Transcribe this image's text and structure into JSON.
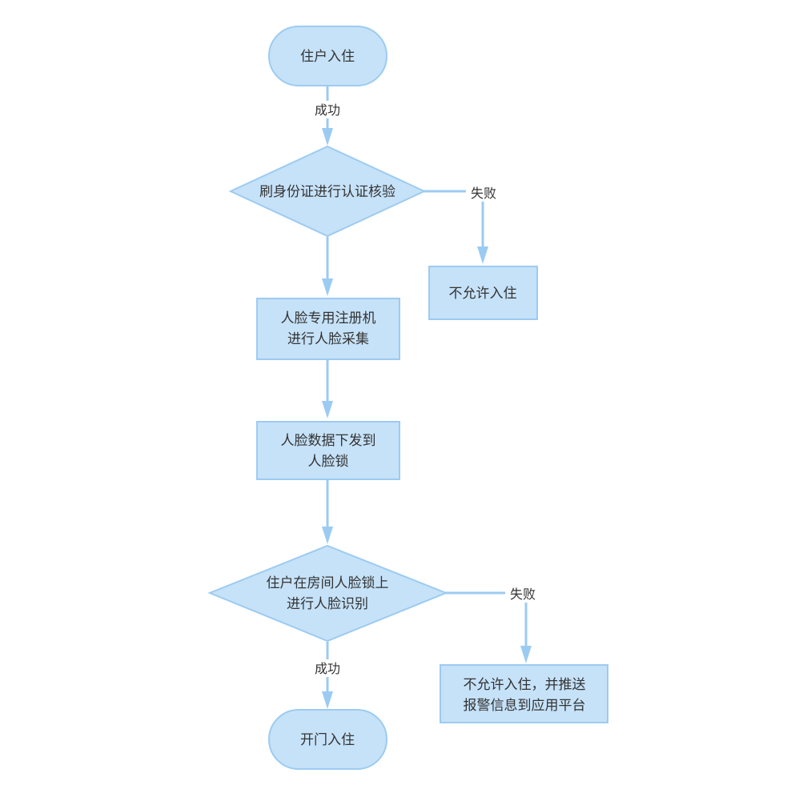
{
  "nodes": {
    "start": {
      "lines": [
        "住户入住"
      ]
    },
    "id_check": {
      "lines": [
        "刷身份证进行认证核验"
      ]
    },
    "deny1": {
      "lines": [
        "不允许入住"
      ]
    },
    "face_collect": {
      "lines": [
        "人脸专用注册机",
        "进行人脸采集"
      ]
    },
    "send_data": {
      "lines": [
        "人脸数据下发到",
        "人脸锁"
      ]
    },
    "face_recognize": {
      "lines": [
        "住户在房间人脸锁上",
        "进行人脸识别"
      ]
    },
    "deny2": {
      "lines": [
        "不允许入住，并推送",
        "报警信息到应用平台"
      ]
    },
    "open": {
      "lines": [
        "开门入住"
      ]
    }
  },
  "edges": {
    "start_to_check": "成功",
    "check_to_deny": "失败",
    "recognize_to_deny": "失败",
    "recognize_to_open": "成功"
  },
  "colors": {
    "fill": "#c6e2f8",
    "stroke": "#9ccbf2",
    "text": "#333333"
  }
}
